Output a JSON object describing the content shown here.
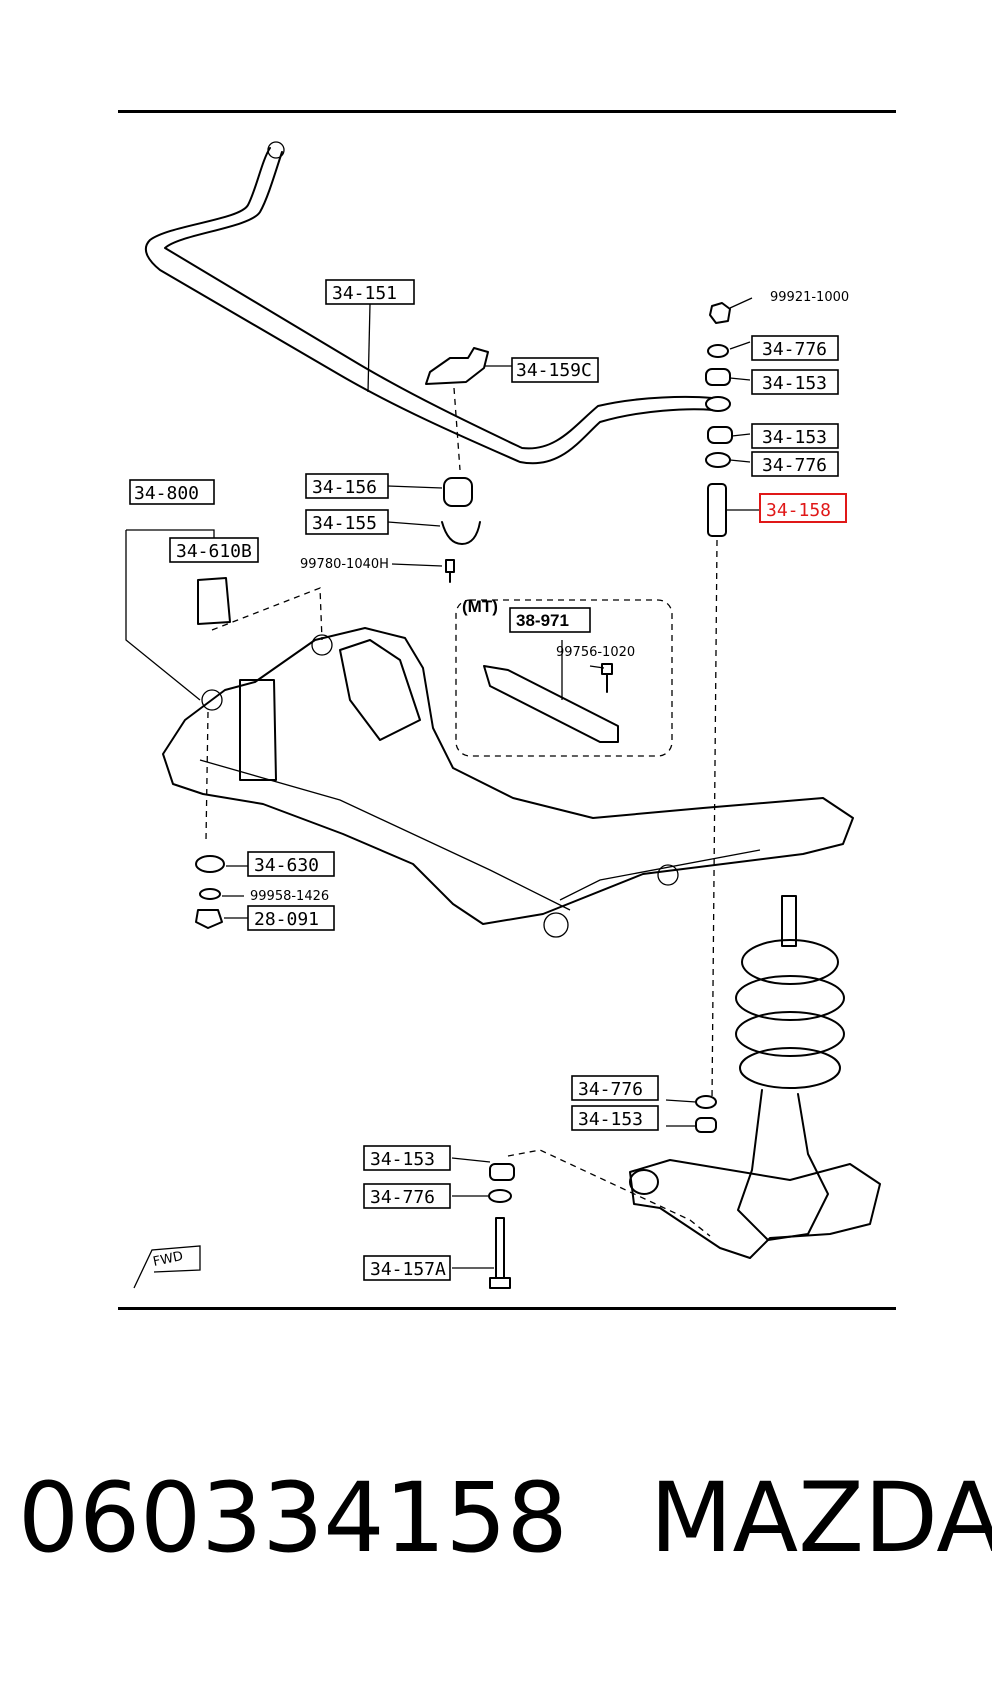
{
  "labels": {
    "l34_151": "34-151",
    "l34_159c": "34-159C",
    "l99921": "99921-1000",
    "l34_776_a": "34-776",
    "l34_153_a": "34-153",
    "l34_153_b": "34-153",
    "l34_776_b": "34-776",
    "l34_158": "34-158",
    "l34_156": "34-156",
    "l34_155": "34-155",
    "l99780": "99780-1040H",
    "l34_800": "34-800",
    "l34_610b": "34-610B",
    "mt": "(MT)",
    "l38_971": "38-971",
    "l99756": "99756-1020",
    "l34_630": "34-630",
    "l99958": "99958-1426",
    "l28_091": "28-091",
    "l34_776_c": "34-776",
    "l34_153_c": "34-153",
    "l34_153_d": "34-153",
    "l34_776_d": "34-776",
    "l34_157a": "34-157A",
    "fwd": "FWD"
  },
  "highlight_color": "#e01818",
  "footer": {
    "part_number": "060334158",
    "brand": "MAZDA"
  }
}
